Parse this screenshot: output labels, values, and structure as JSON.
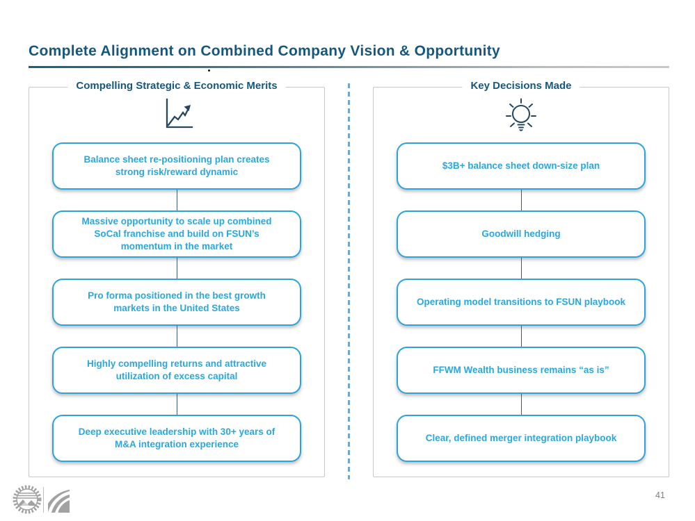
{
  "slide": {
    "title": "Complete Alignment on Combined Company Vision & Opportunity",
    "page_number": "41"
  },
  "left_panel": {
    "header": "Compelling Strategic & Economic Merits",
    "icon": "line-chart-icon",
    "boxes": [
      "Balance sheet re-positioning plan creates strong risk/reward dynamic",
      "Massive opportunity to scale up combined SoCal franchise and build on FSUN’s momentum in the market",
      "Pro forma positioned in the best growth markets in the United States",
      "Highly compelling returns and attractive utilization of excess capital",
      "Deep executive leadership with 30+ years of M&A integration experience"
    ]
  },
  "right_panel": {
    "header": "Key Decisions Made",
    "icon": "lightbulb-icon",
    "boxes": [
      "$3B+ balance sheet down-size plan",
      "Goodwill hedging",
      "Operating model transitions to FSUN playbook",
      "FFWM Wealth business remains “as is”",
      "Clear, defined merger integration playbook"
    ]
  },
  "footer": {
    "logos": [
      "sun-mountain-seal-logo",
      "ffwm-swoosh-logo"
    ]
  },
  "colors": {
    "title_blue": "#15587E",
    "box_text_blue": "#29A8DF",
    "box_border_blue": "#2BA3DC",
    "divider_blue": "#74A9C6",
    "panel_border_gray": "#C9C9C9",
    "icon_navy": "#24465F",
    "logo_gray": "#A2A2A2",
    "page_number_gray": "#808080"
  }
}
